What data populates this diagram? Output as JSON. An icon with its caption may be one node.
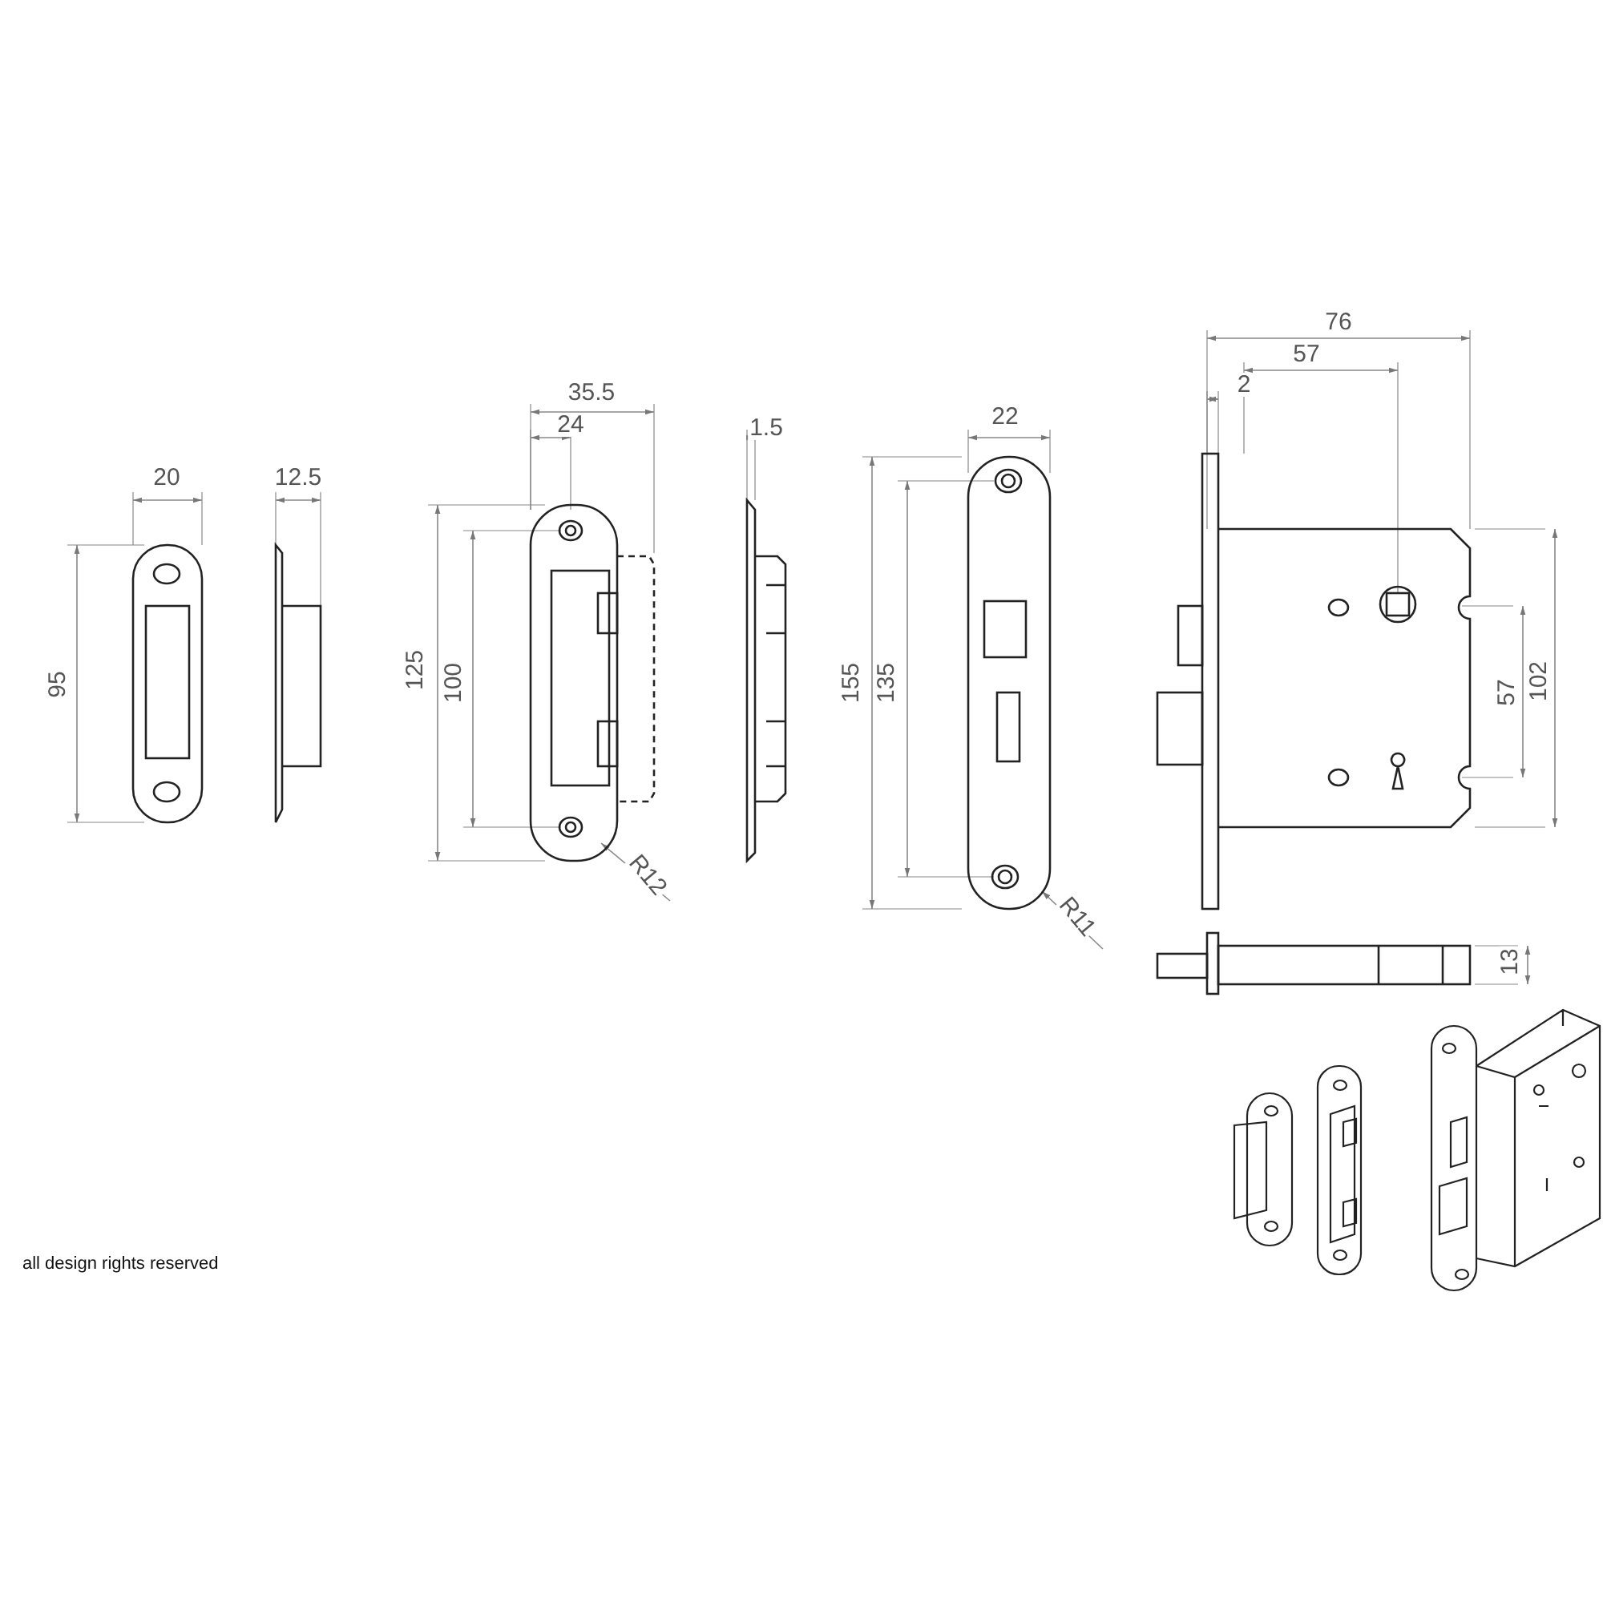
{
  "diagram": {
    "labels": [
      "76",
      "57",
      "2",
      "35.5",
      "22",
      "24",
      "1.5",
      "20",
      "12.5",
      "155",
      "125",
      "135",
      "100",
      "95",
      "102",
      "57",
      "R12",
      "R11",
      "13",
      "all design rights reserved"
    ]
  }
}
